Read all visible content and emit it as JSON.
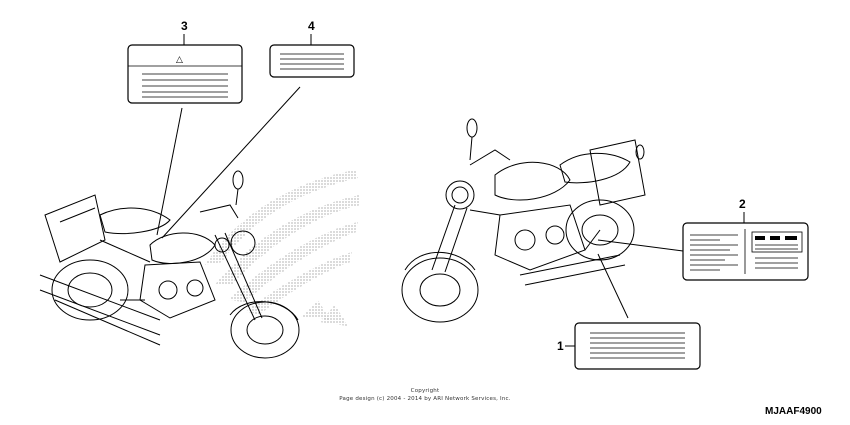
{
  "callouts": {
    "c1": "1",
    "c2": "2",
    "c3": "3",
    "c4": "4"
  },
  "label3": {
    "symbol": "△"
  },
  "copyright": {
    "line1": "Copyright",
    "line2": "Page design (c) 2004 - 2014 by ARI Network Services, Inc."
  },
  "diagram_code": "MJAAF4900",
  "icons": {
    "left_bike": "motorcycle-left-view",
    "right_bike": "motorcycle-right-view",
    "wing": "honda-wing-logo"
  }
}
